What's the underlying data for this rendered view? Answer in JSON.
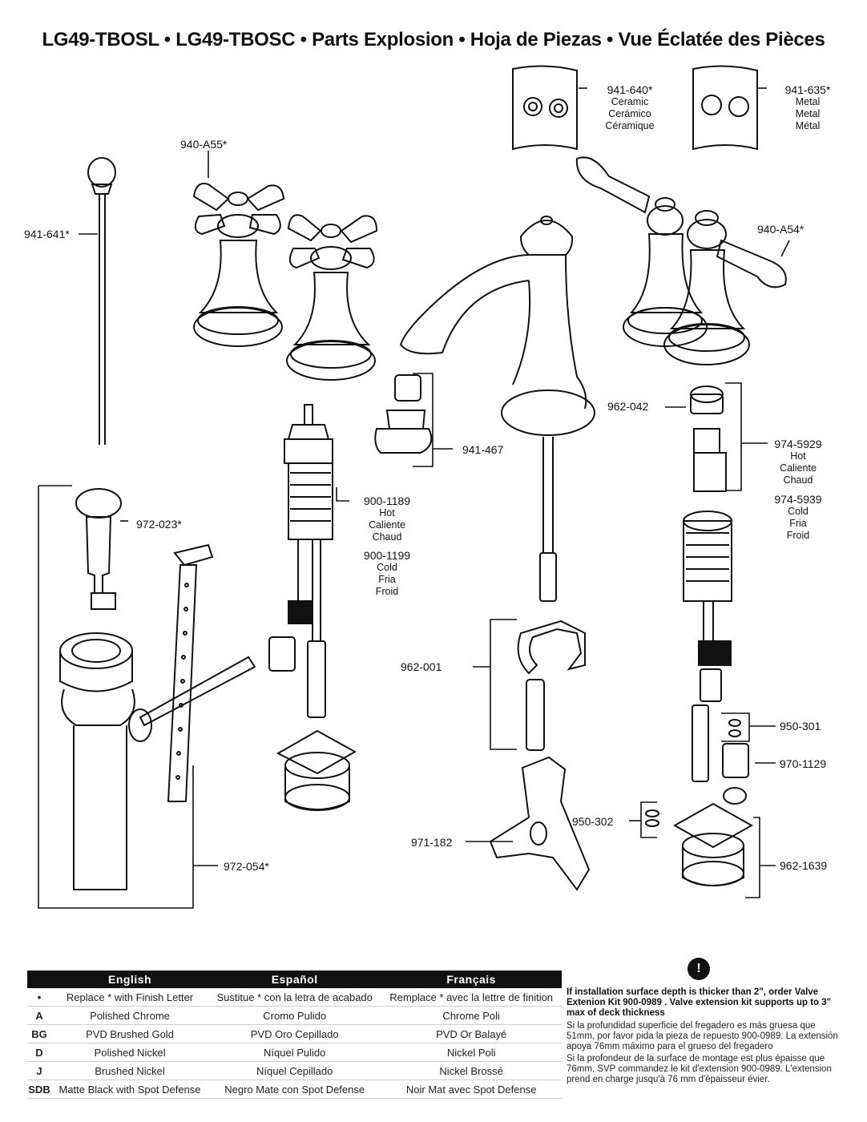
{
  "header": {
    "title": "LG49-TBOSL • LG49-TBOSC • Parts Explosion • Hoja de Piezas • Vue Éclatée des Pièces"
  },
  "parts": {
    "p941_640": {
      "num": "941-640*",
      "l1": "Ceramic",
      "l2": "Cerámico",
      "l3": "Céramique"
    },
    "p941_635": {
      "num": "941-635*",
      "l1": "Metal",
      "l2": "Metal",
      "l3": "Métal"
    },
    "p940_A55": {
      "num": "940-A55*"
    },
    "p941_641": {
      "num": "941-641*"
    },
    "p940_A54": {
      "num": "940-A54*"
    },
    "p962_042": {
      "num": "962-042"
    },
    "p941_467": {
      "num": "941-467"
    },
    "p974_5929": {
      "num": "974-5929",
      "l1": "Hot",
      "l2": "Caliente",
      "l3": "Chaud"
    },
    "p974_5939": {
      "num": "974-5939",
      "l1": "Cold",
      "l2": "Fria",
      "l3": "Froid"
    },
    "p900_1189": {
      "num": "900-1189",
      "l1": "Hot",
      "l2": "Caliente",
      "l3": "Chaud"
    },
    "p900_1199": {
      "num": "900-1199",
      "l1": "Cold",
      "l2": "Fria",
      "l3": "Froid"
    },
    "p972_023": {
      "num": "972-023*"
    },
    "p962_001": {
      "num": "962-001"
    },
    "p950_301": {
      "num": "950-301"
    },
    "p970_1129": {
      "num": "970-1129"
    },
    "p950_302": {
      "num": "950-302"
    },
    "p971_182": {
      "num": "971-182"
    },
    "p962_1639": {
      "num": "962-1639"
    },
    "p972_054": {
      "num": "972-054*"
    }
  },
  "finish_table": {
    "headers": [
      "English",
      "Español",
      "Français"
    ],
    "rows": [
      {
        "code": "•",
        "en": "Replace * with Finish Letter",
        "es": "Sustitue * con la letra de acabado",
        "fr": "Remplace * avec la lettre de finition"
      },
      {
        "code": "A",
        "en": "Polished Chrome",
        "es": "Cromo Pulido",
        "fr": "Chrome Poli"
      },
      {
        "code": "BG",
        "en": "PVD Brushed Gold",
        "es": "PVD Oro Cepillado",
        "fr": "PVD Or Balayé"
      },
      {
        "code": "D",
        "en": "Polished Nickel",
        "es": "Níquel Pulido",
        "fr": "Nickel Poli"
      },
      {
        "code": "J",
        "en": "Brushed Nickel",
        "es": "Níquel Cepillado",
        "fr": "Nickel Brossé"
      },
      {
        "code": "SDB",
        "en": "Matte Black with Spot Defense",
        "es": "Negro Mate con Spot Defense",
        "fr": "Noir Mat avec Spot Defense"
      }
    ]
  },
  "note": {
    "icon": "!",
    "bold": "If installation surface depth is thicker than 2\", order Valve Extenion Kit 900-0989 . Valve extension kit supports up to 3\" max of deck thickness",
    "es": "Si la profundidad superficie del fregadero es más gruesa que 51mm, por favor pida la pieza de repuesto 900-0989. La extensión apoya 76mm máximo para el grueso del fregadero",
    "fr": "Si la profondeur de la surface de montage est plus épaisse que 76mm, SVP commandez le kit d'extension 900-0989. L'extension prend en charge jusqu'à 76 mm d'épaisseur évier."
  }
}
